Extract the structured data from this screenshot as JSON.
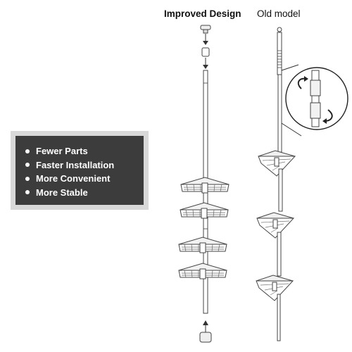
{
  "headings": {
    "improved": "Improved Design",
    "old": "Old model"
  },
  "features": [
    "Fewer Parts",
    "Faster Installation",
    "More Convenient",
    "More Stable"
  ],
  "colors": {
    "panel_bg": "#3c3c3c",
    "panel_border": "#d8d8d8",
    "text": "#ffffff",
    "line": "#555555"
  },
  "icons": {
    "arrow": "arrow-down-icon",
    "basket": "corner-basket-icon",
    "magnifier": "zoom-detail-icon"
  }
}
